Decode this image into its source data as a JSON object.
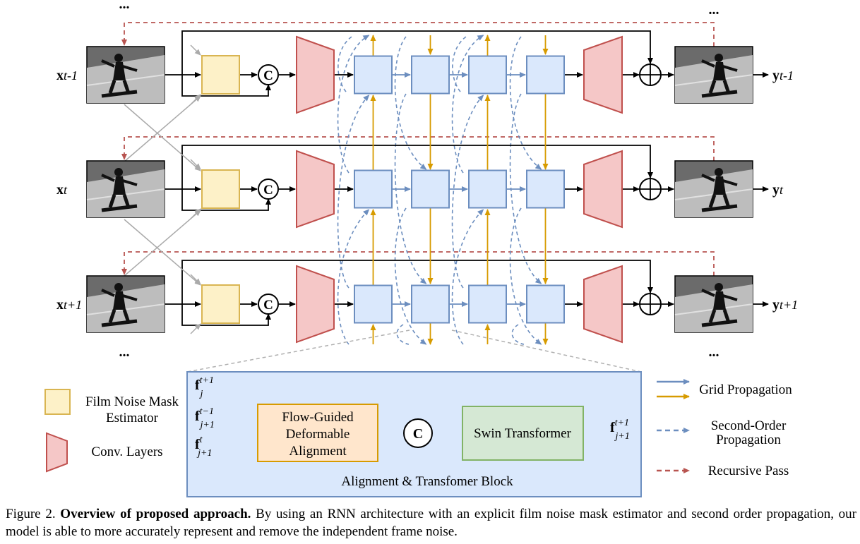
{
  "rows": [
    {
      "input_base": "x",
      "input_sub": "t-1",
      "output_base": "y",
      "output_sub": "t-1"
    },
    {
      "input_base": "x",
      "input_sub": "t",
      "output_base": "y",
      "output_sub": "t"
    },
    {
      "input_base": "x",
      "input_sub": "t+1",
      "output_base": "y",
      "output_sub": "t+1"
    }
  ],
  "ellipsis": "...",
  "concat_symbol": "C",
  "legend": {
    "mask_estimator": [
      "Film Noise Mask",
      "Estimator"
    ],
    "conv_layers": "Conv. Layers",
    "grid_propagation": "Grid Propagation",
    "second_order": [
      "Second-Order",
      "Propagation"
    ],
    "recursive_pass": "Recursive Pass"
  },
  "block": {
    "title": "Alignment & Transfomer Block",
    "fgda": [
      "Flow-Guided",
      "Deformable",
      "Alignment"
    ],
    "swin": "Swin Transformer",
    "features": [
      {
        "base": "f",
        "sup": "t+1",
        "sub": "j"
      },
      {
        "base": "f",
        "sup": "t−1",
        "sub": "j+1"
      },
      {
        "base": "f",
        "sup": "t",
        "sub": "j+1"
      },
      {
        "base": "f",
        "sup": "t+1",
        "sub": "j+1"
      }
    ]
  },
  "caption": {
    "label": "Figure 2.",
    "bold": "Overview of proposed approach.",
    "text": "By using an RNN architecture with an explicit film noise mask estimator and second order propagation, our model is able to more accurately represent and remove the independent frame noise."
  },
  "colors": {
    "mask_fill": "#fdf1c8",
    "mask_stroke": "#d9b552",
    "conv_fill": "#f5c7c7",
    "conv_stroke": "#c0504d",
    "block_fill": "#dae8fc",
    "block_stroke": "#6c8ebf",
    "grid_blue": "#6c8ebf",
    "grid_gold": "#d79b00",
    "recursive": "#b85450",
    "fgda_fill": "#ffe6cc",
    "swin_fill": "#d5e8d4",
    "swin_stroke": "#82b366",
    "outer_fill": "#dae8fc",
    "outer_stroke": "#6c8ebf"
  }
}
